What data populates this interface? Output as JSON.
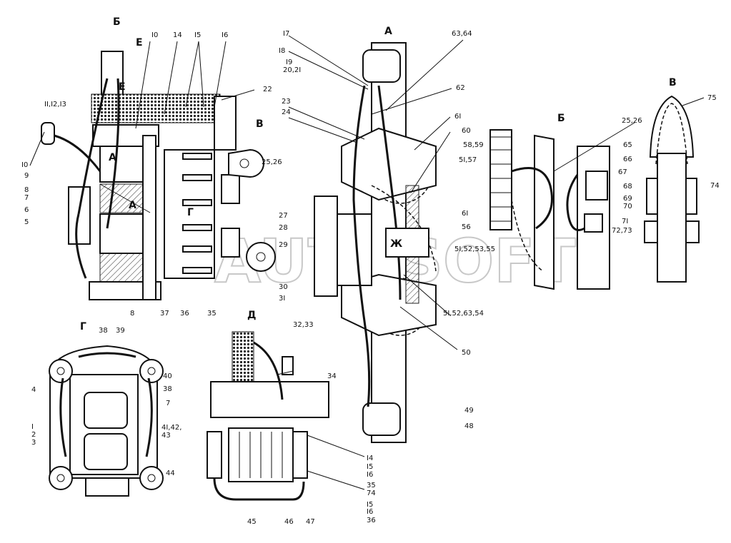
{
  "watermark": "AUTOSOFT",
  "view_labels": {
    "b_top": "Б",
    "e_top": "Е",
    "e_mid": "Е",
    "a_left": "А",
    "a_mid": "А",
    "v_mid": "В",
    "g_mid": "Г",
    "a_top": "А",
    "b_right": "Б",
    "v_right": "В",
    "zh": "Ж",
    "g_bottom": "Г",
    "d_bottom": "Д"
  },
  "callouts": {
    "c_10a": "I0",
    "c_14a": "14",
    "c_15a": "I5",
    "c_16a": "I6",
    "c_17": "I7",
    "c_18": "I8",
    "c_19": "I9",
    "c_20": "20,2I",
    "c_22": "22",
    "c_23": "23",
    "c_24": "24",
    "c_11": "II,I2,I3",
    "c_10b": "I0",
    "c_9": "9",
    "c_8a": "8",
    "c_7a": "7",
    "c_6a": "6",
    "c_5a": "5",
    "c_25a": "25,26",
    "c_8b": "8",
    "c_37": "37",
    "c_36a": "36",
    "c_35a": "35",
    "c_27": "27",
    "c_28": "28",
    "c_29": "29",
    "c_30": "30",
    "c_31": "3I",
    "c_63a": "63,64",
    "c_62": "62",
    "c_61a": "6I",
    "c_60": "60",
    "c_58": "58,59",
    "c_51a": "5I,57",
    "c_61b": "6I",
    "c_56": "56",
    "c_51b": "5I,52,53,55",
    "c_51c": "5I,52,63,54",
    "c_50": "50",
    "c_49": "49",
    "c_48a": "48",
    "c_25b": "25,26",
    "c_65": "65",
    "c_66": "66",
    "c_67": "67",
    "c_68": "68",
    "c_69": "69",
    "c_70": "70",
    "c_71": "7I",
    "c_72": "72,73",
    "c_74": "74",
    "c_75": "75",
    "c_38a": "38",
    "c_39": "39",
    "c_40": "40",
    "c_38b": "38",
    "c_7b": "7",
    "c_4": "4",
    "c_1": "I",
    "c_2": "2",
    "c_3": "3",
    "c_41": "4I,42,",
    "c_43": "43",
    "c_44": "44",
    "c_32": "32,33",
    "c_34": "34",
    "c_14b": "I4",
    "c_15b": "I5",
    "c_16b": "I6",
    "c_35b": "35",
    "c_74b": "74",
    "c_15c": "I5",
    "c_16c": "I6",
    "c_36b": "36",
    "c_45": "45",
    "c_46": "46",
    "c_47": "47"
  }
}
